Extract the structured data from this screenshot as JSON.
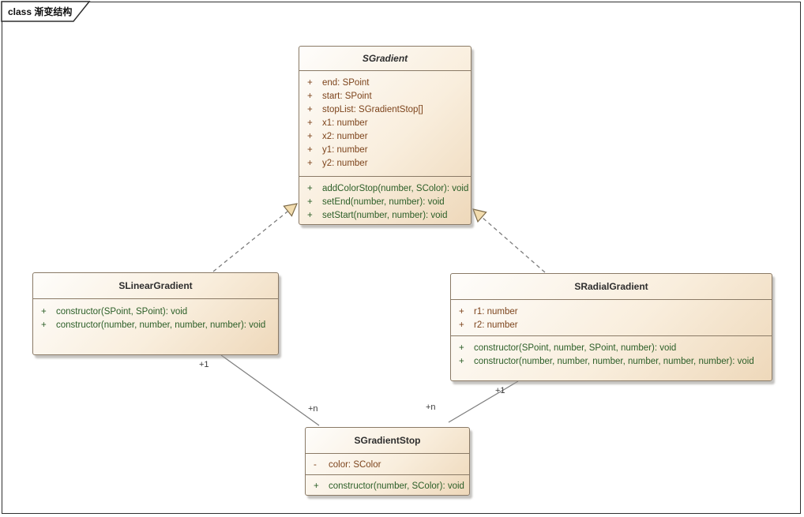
{
  "frame": {
    "label": "class 渐变结构"
  },
  "colors": {
    "box_fill_light": "#fefdfb",
    "box_fill_dark": "#eed8ba",
    "box_border": "#8a7a66",
    "attribute_text": "#7d441c",
    "method_text": "#2b5e27",
    "connector": "#7d7d7d",
    "arrowhead_fill": "#f2dcae",
    "arrowhead_stroke": "#7c6a48"
  },
  "classes": [
    {
      "name": "SGradient",
      "abstract": true,
      "attributes": [
        {
          "vis": "+",
          "text": "end: SPoint"
        },
        {
          "vis": "+",
          "text": "start: SPoint"
        },
        {
          "vis": "+",
          "text": "stopList: SGradientStop[]"
        },
        {
          "vis": "+",
          "text": "x1: number"
        },
        {
          "vis": "+",
          "text": "x2: number"
        },
        {
          "vis": "+",
          "text": "y1: number"
        },
        {
          "vis": "+",
          "text": "y2: number"
        }
      ],
      "methods": [
        {
          "vis": "+",
          "text": "addColorStop(number, SColor): void"
        },
        {
          "vis": "+",
          "text": "setEnd(number, number): void"
        },
        {
          "vis": "+",
          "text": "setStart(number, number): void"
        }
      ]
    },
    {
      "name": "SLinearGradient",
      "abstract": false,
      "attributes": [],
      "methods": [
        {
          "vis": "+",
          "text": "constructor(SPoint, SPoint): void"
        },
        {
          "vis": "+",
          "text": "constructor(number, number, number, number): void"
        }
      ]
    },
    {
      "name": "SRadialGradient",
      "abstract": false,
      "attributes": [
        {
          "vis": "+",
          "text": "r1: number"
        },
        {
          "vis": "+",
          "text": "r2: number"
        }
      ],
      "methods": [
        {
          "vis": "+",
          "text": "constructor(SPoint, number, SPoint, number): void"
        },
        {
          "vis": "+",
          "text": "constructor(number, number, number, number, number, number): void"
        }
      ]
    },
    {
      "name": "SGradientStop",
      "abstract": false,
      "attributes": [
        {
          "vis": "-",
          "text": "color: SColor"
        }
      ],
      "methods": [
        {
          "vis": "+",
          "text": "constructor(number, SColor): void"
        }
      ]
    }
  ],
  "relations": [
    {
      "type": "generalization",
      "from": "SLinearGradient",
      "to": "SGradient"
    },
    {
      "type": "generalization",
      "from": "SRadialGradient",
      "to": "SGradient"
    },
    {
      "type": "association",
      "from": "SLinearGradient",
      "to": "SGradientStop",
      "from_label": "+1",
      "to_label": "+n"
    },
    {
      "type": "association",
      "from": "SRadialGradient",
      "to": "SGradientStop",
      "from_label": "+1",
      "to_label": "+n"
    }
  ]
}
